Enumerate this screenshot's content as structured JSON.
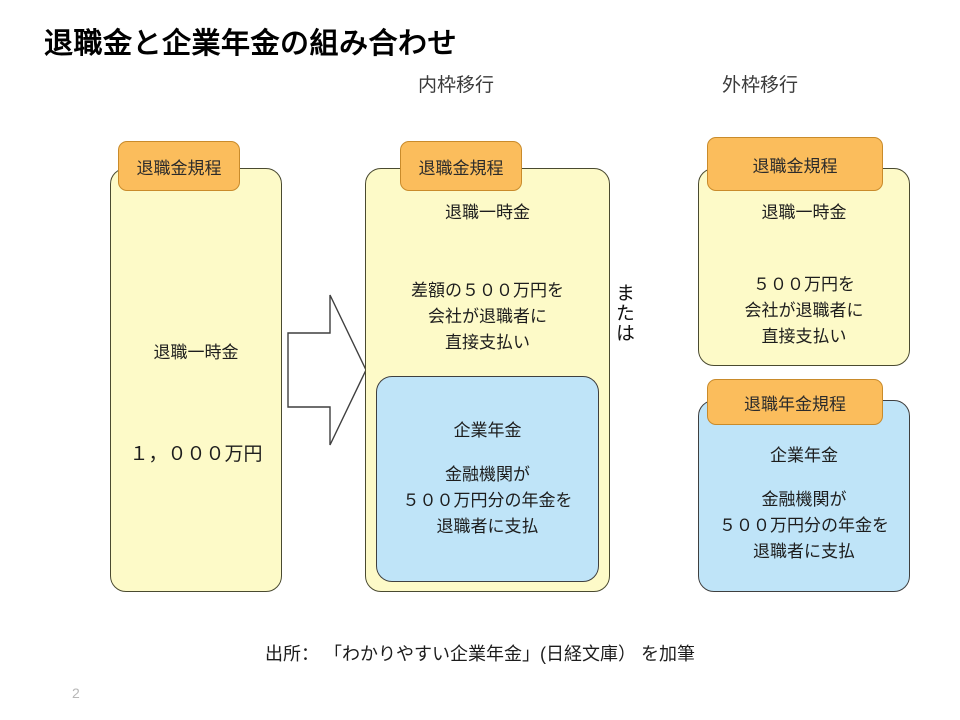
{
  "slide": {
    "title": "退職金と企業年金の組み合わせ",
    "page_number": "2",
    "source_note": "出所： 「わかりやすい企業年金」(日経文庫） を加筆",
    "captions": {
      "inner": "内枠移行",
      "outer": "外枠移行"
    },
    "connector": {
      "or_label": "または",
      "arrow": "right-block-arrow"
    },
    "columns": {
      "current": {
        "tag": "退職金規程",
        "heading": "退職一時金",
        "amount": "１，０００万円"
      },
      "inner_transfer": {
        "tag": "退職金規程",
        "heading": "退職一時金",
        "body": "差額の５００万円を\n会社が退職者に\n直接支払い",
        "pension_box": {
          "heading": "企業年金",
          "body": "金融機関が\n５００万円分の年金を\n退職者に支払"
        }
      },
      "outer_transfer": {
        "tag": "退職金規程",
        "heading": "退職一時金",
        "body": "５００万円を\n会社が退職者に\n直接支払い",
        "pension_tag": "退職年金規程",
        "pension_box": {
          "heading": "企業年金",
          "body": "金融機関が\n５００万円分の年金を\n退職者に支払"
        }
      }
    },
    "colors": {
      "panel_yellow": "#fdfac8",
      "panel_blue": "#bfe4f8",
      "tag_orange": "#fbbd5c",
      "tag_orange_border": "#c98b2b",
      "outline": "#3f3f3f"
    }
  }
}
